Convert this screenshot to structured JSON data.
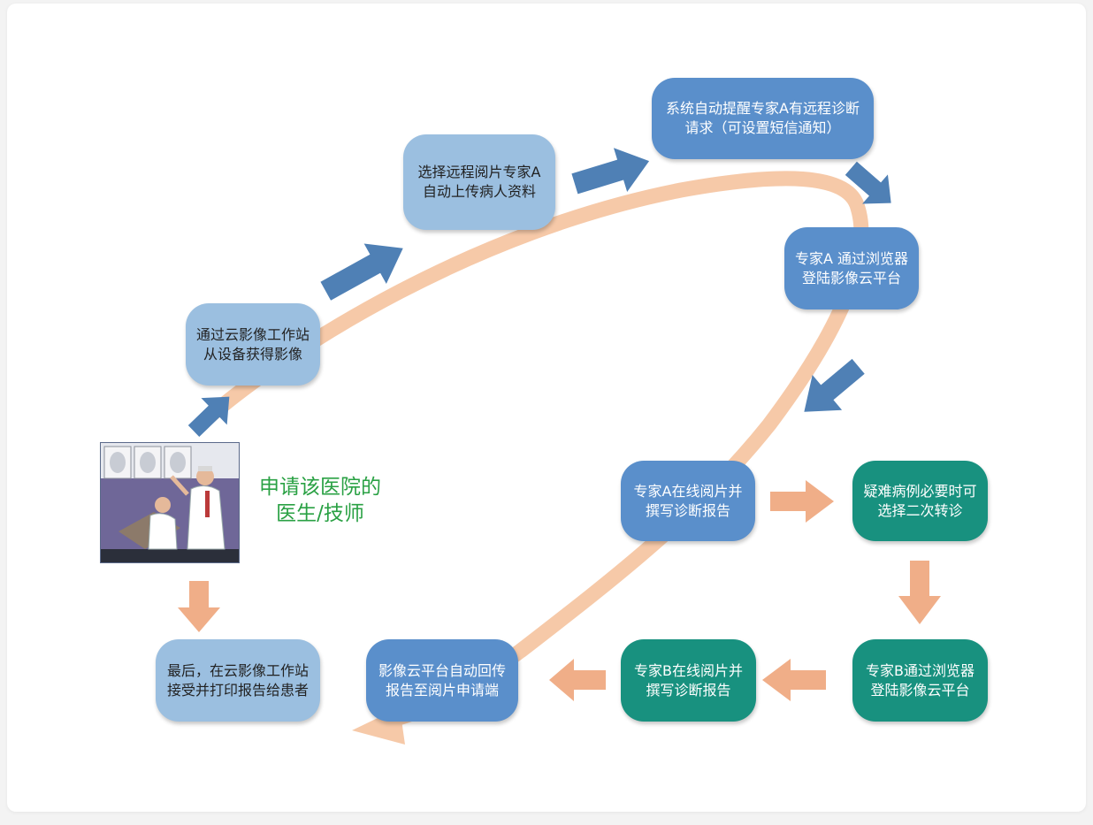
{
  "applicant": {
    "line1": "申请该医院的",
    "line2": "医生/技师"
  },
  "steps": {
    "acquire": {
      "line1": "通过云影像工作站",
      "line2": "从设备获得影像"
    },
    "select_expert": {
      "line1": "选择远程阅片专家A",
      "line2": "自动上传病人资料"
    },
    "notify": {
      "line1": "系统自动提醒专家A有远程诊断",
      "line2": "请求（可设置短信通知）"
    },
    "login_a": {
      "line1": "专家A 通过浏览器",
      "line2": "登陆影像云平台"
    },
    "read_a": {
      "line1": "专家A在线阅片并",
      "line2": "撰写诊断报告"
    },
    "difficult": {
      "line1": "疑难病例必要时可",
      "line2": "选择二次转诊"
    },
    "login_b": {
      "line1": "专家B通过浏览器",
      "line2": "登陆影像云平台"
    },
    "read_b": {
      "line1": "专家B在线阅片并",
      "line2": "撰写诊断报告"
    },
    "return_report": {
      "line1": "影像云平台自动回传",
      "line2": "报告至阅片申请端"
    },
    "final": {
      "line1": "最后，在云影像工作站",
      "line2": "接受并打印报告给患者"
    }
  },
  "colors": {
    "light_box": "#9bbfe0",
    "mid_box": "#5a8fcb",
    "teal_box": "#18917f",
    "blue_arrow": "#4f80b5",
    "orange_arrow": "#f0ae88",
    "band": "#f6c9a8",
    "applicant_text": "#2aa144"
  },
  "icons": {
    "photo": "doctor-reviewing-xray-illustration"
  }
}
